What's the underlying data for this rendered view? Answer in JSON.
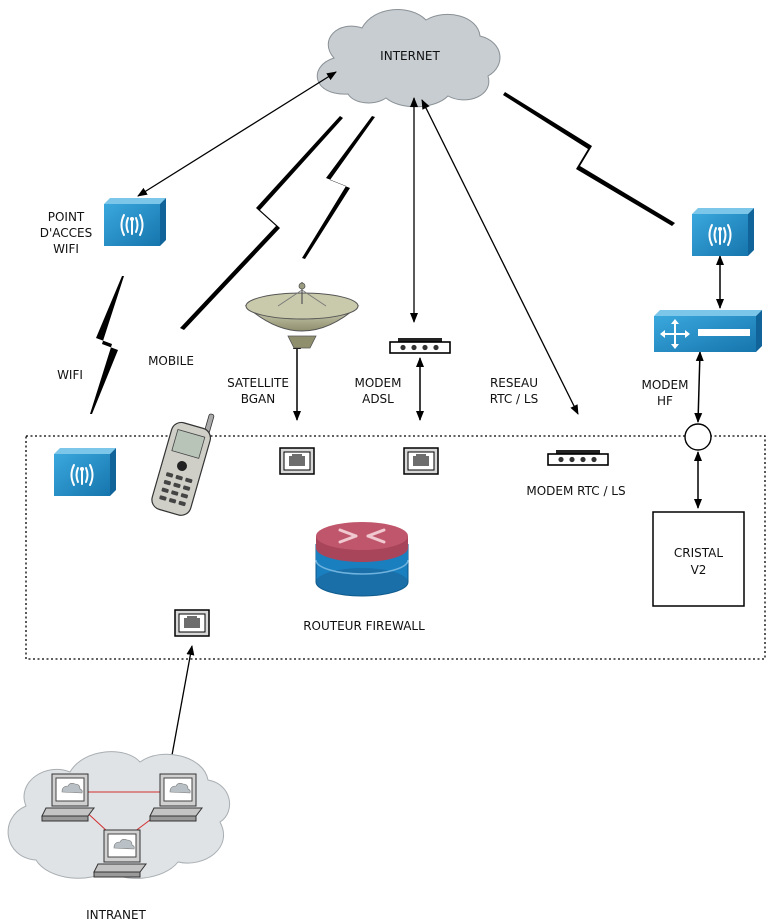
{
  "labels": {
    "internet": "INTERNET",
    "wifi_ap_line1": "POINT",
    "wifi_ap_line2": "D'ACCES",
    "wifi_ap_line3": "WIFI",
    "wifi": "WIFI",
    "mobile": "MOBILE",
    "satellite_line1": "SATELLITE",
    "satellite_line2": "BGAN",
    "adsl_line1": "MODEM",
    "adsl_line2": "ADSL",
    "rtc_line1": "RESEAU",
    "rtc_line2": "RTC / LS",
    "hf_line1": "MODEM",
    "hf_line2": "HF",
    "modem_rtc": "MODEM RTC / LS",
    "cristal_line1": "CRISTAL",
    "cristal_line2": "V2",
    "router": "ROUTEUR FIREWALL",
    "intranet": "INTRANET"
  },
  "icons": [
    "cloud-icon",
    "wireless-access-point-icon",
    "satellite-dish-icon",
    "modem-icon",
    "ethernet-port-icon",
    "mobile-phone-icon",
    "router-icon",
    "switch-icon",
    "computer-icon",
    "lightning-bolt-icon"
  ],
  "colors": {
    "cloud": "#c7cdd1",
    "cloud_stroke": "#8a9196",
    "device_blue": "#1f8fc9",
    "router_red": "#c0566b",
    "router_blue": "#1a7fbf",
    "dish": "#b8b89a",
    "intranet_link": "#d23030"
  }
}
